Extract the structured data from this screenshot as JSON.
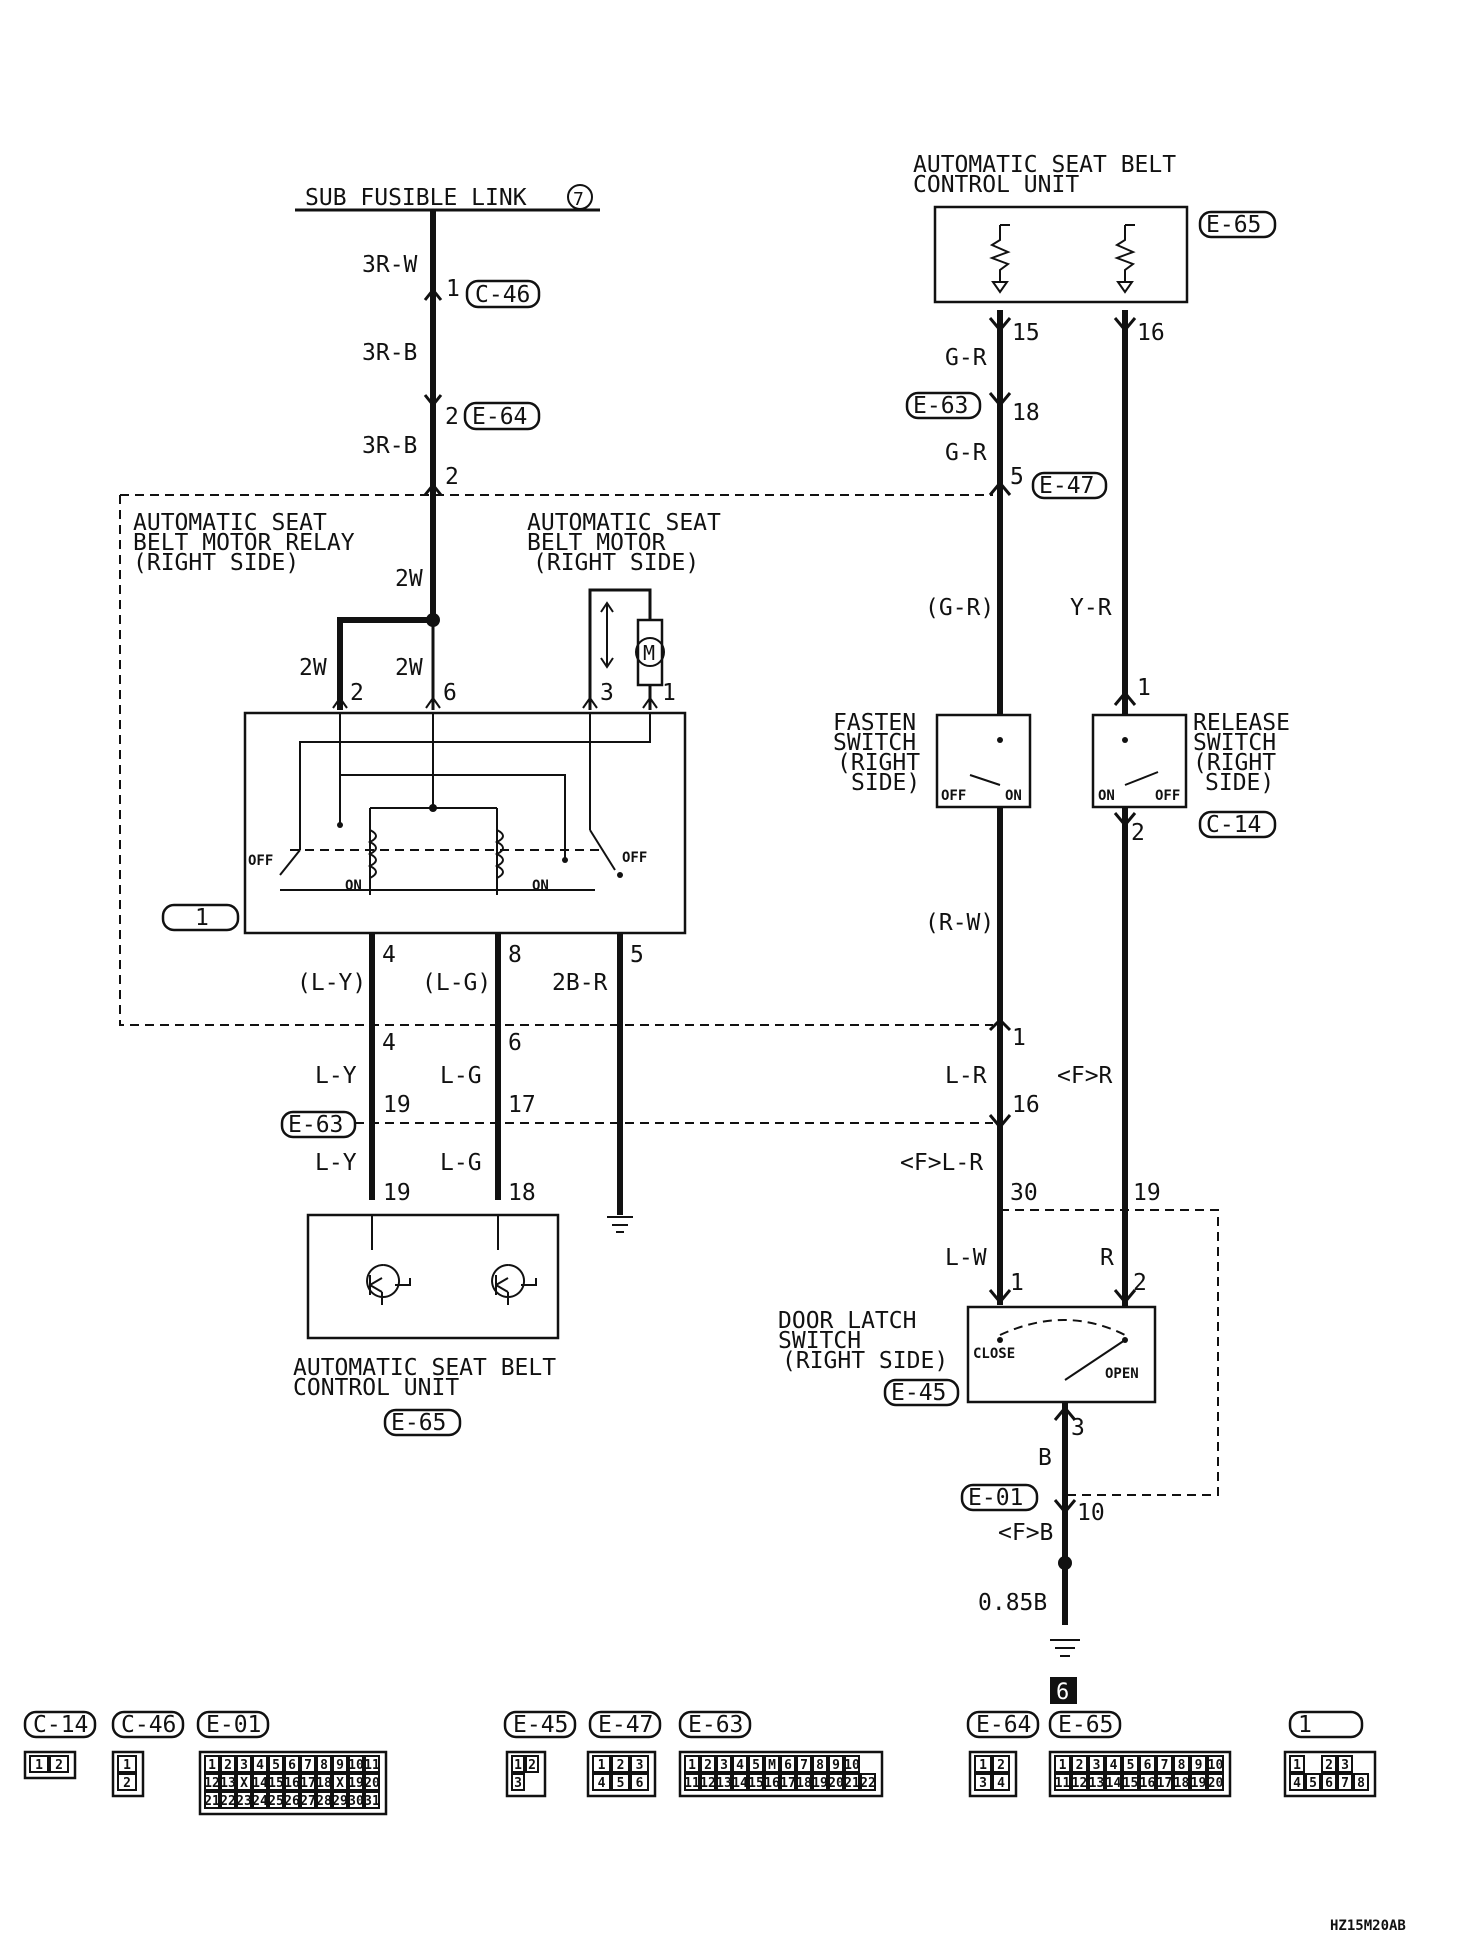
{
  "title_block": {
    "code": "HZ15M20AB",
    "ground_badge": "6"
  },
  "power": {
    "label": "SUB FUSIBLE LINK",
    "number": "7"
  },
  "components": {
    "control_unit_top": {
      "line1": "AUTOMATIC SEAT BELT",
      "line2": "CONTROL UNIT",
      "connector": "E-65"
    },
    "relay": {
      "line1": "AUTOMATIC SEAT",
      "line2": "BELT MOTOR RELAY",
      "line3": "(RIGHT SIDE)",
      "tag": "1"
    },
    "motor": {
      "line1": "AUTOMATIC SEAT",
      "line2": "BELT MOTOR",
      "line3": "(RIGHT SIDE)",
      "symbol": "M"
    },
    "fasten_switch": {
      "line1": "FASTEN",
      "line2": "SWITCH",
      "line3": "(RIGHT",
      "line4": "SIDE)",
      "off": "OFF",
      "on": "ON"
    },
    "release_switch": {
      "line1": "RELEASE",
      "line2": "SWITCH",
      "line3": "(RIGHT",
      "line4": "SIDE)",
      "on": "ON",
      "off": "OFF",
      "connector": "C-14"
    },
    "door_latch": {
      "line1": "DOOR LATCH",
      "line2": "SWITCH",
      "line3": "(RIGHT SIDE)",
      "connector": "E-45",
      "close": "CLOSE",
      "open": "OPEN"
    },
    "control_unit_bottom": {
      "line1": "AUTOMATIC SEAT BELT",
      "line2": "CONTROL UNIT",
      "connector": "E-65"
    },
    "relay_switch_labels": {
      "off": "OFF",
      "on": "ON"
    }
  },
  "wires": {
    "w_3rw": "3R-W",
    "w_3rb_1": "3R-B",
    "w_3rb_2": "3R-B",
    "w_2w_a": "2W",
    "w_2w_b": "2W",
    "w_2w_c": "2W",
    "w_ly_p": "(L-Y)",
    "w_lg_p": "(L-G)",
    "w_2br": "2B-R",
    "w_ly_1": "L-Y",
    "w_lg_1": "L-G",
    "w_ly_2": "L-Y",
    "w_lg_2": "L-G",
    "w_gr_1": "G-R",
    "w_gr_2": "G-R",
    "w_gr_p": "(G-R)",
    "w_yr": "Y-R",
    "w_rw_p": "(R-W)",
    "w_lr": "L-R",
    "w_fr": "<F>R",
    "w_flr": "<F>L-R",
    "w_lw": "L-W",
    "w_r": "R",
    "w_b": "B",
    "w_fb": "<F>B",
    "w_085b": "0.85B"
  },
  "connectors_inline": {
    "c46": "C-46",
    "e64": "E-64",
    "e63_a": "E-63",
    "e47": "E-47",
    "e63_b": "E-63",
    "e01": "E-01"
  },
  "pins": {
    "p1": "1",
    "p2": "2",
    "p2b": "2",
    "p_r2": "2",
    "p_r6": "6",
    "p_m3": "3",
    "p_m1": "1",
    "p_r4": "4",
    "p_r8": "8",
    "p_r5": "5",
    "p_c4": "4",
    "p_c6": "6",
    "p_e19a": "19",
    "p_e17": "17",
    "p_e19b": "19",
    "p_e18": "18",
    "p15": "15",
    "p16": "16",
    "p18": "18",
    "p5": "5",
    "p_rs1": "1",
    "p_rs2": "2",
    "p_k1": "1",
    "p_k16": "16",
    "p30": "30",
    "p19": "19",
    "p_d1": "1",
    "p_d2": "2",
    "p_d3": "3",
    "p10": "10"
  },
  "legend": [
    {
      "code": "C-14",
      "rows": [
        [
          "1",
          "2"
        ]
      ]
    },
    {
      "code": "C-46",
      "rows": [
        [
          "1"
        ],
        [
          "2"
        ]
      ]
    },
    {
      "code": "E-01",
      "rows": [
        [
          "1",
          "2",
          "3",
          "4",
          "5",
          "6",
          "7",
          "8",
          "9",
          "10",
          "11"
        ],
        [
          "12",
          "13",
          "X",
          "14",
          "15",
          "16",
          "17",
          "18",
          "X",
          "19",
          "20"
        ],
        [
          "21",
          "22",
          "23",
          "24",
          "25",
          "26",
          "27",
          "28",
          "29",
          "30",
          "31"
        ]
      ]
    },
    {
      "code": "E-45",
      "rows": [
        [
          "1",
          "2"
        ],
        [
          "3"
        ]
      ]
    },
    {
      "code": "E-47",
      "rows": [
        [
          "1",
          "2",
          "3"
        ],
        [
          "4",
          "5",
          "6"
        ]
      ]
    },
    {
      "code": "E-63",
      "rows": [
        [
          "1",
          "2",
          "3",
          "4",
          "5",
          "M",
          "6",
          "7",
          "8",
          "9",
          "10"
        ],
        [
          "11",
          "12",
          "13",
          "14",
          "15",
          "16",
          "17",
          "18",
          "19",
          "20",
          "21",
          "22"
        ]
      ]
    },
    {
      "code": "E-64",
      "rows": [
        [
          "1",
          "2"
        ],
        [
          "3",
          "4"
        ]
      ]
    },
    {
      "code": "E-65",
      "rows": [
        [
          "1",
          "2",
          "3",
          "4",
          "5",
          "6",
          "7",
          "8",
          "9",
          "10"
        ],
        [
          "11",
          "12",
          "13",
          "14",
          "15",
          "16",
          "17",
          "18",
          "19",
          "20"
        ]
      ]
    },
    {
      "code": "1",
      "rows": [
        [
          "1",
          "",
          "2",
          "3"
        ],
        [
          "4",
          "5",
          "6",
          "7",
          "8"
        ]
      ]
    }
  ]
}
